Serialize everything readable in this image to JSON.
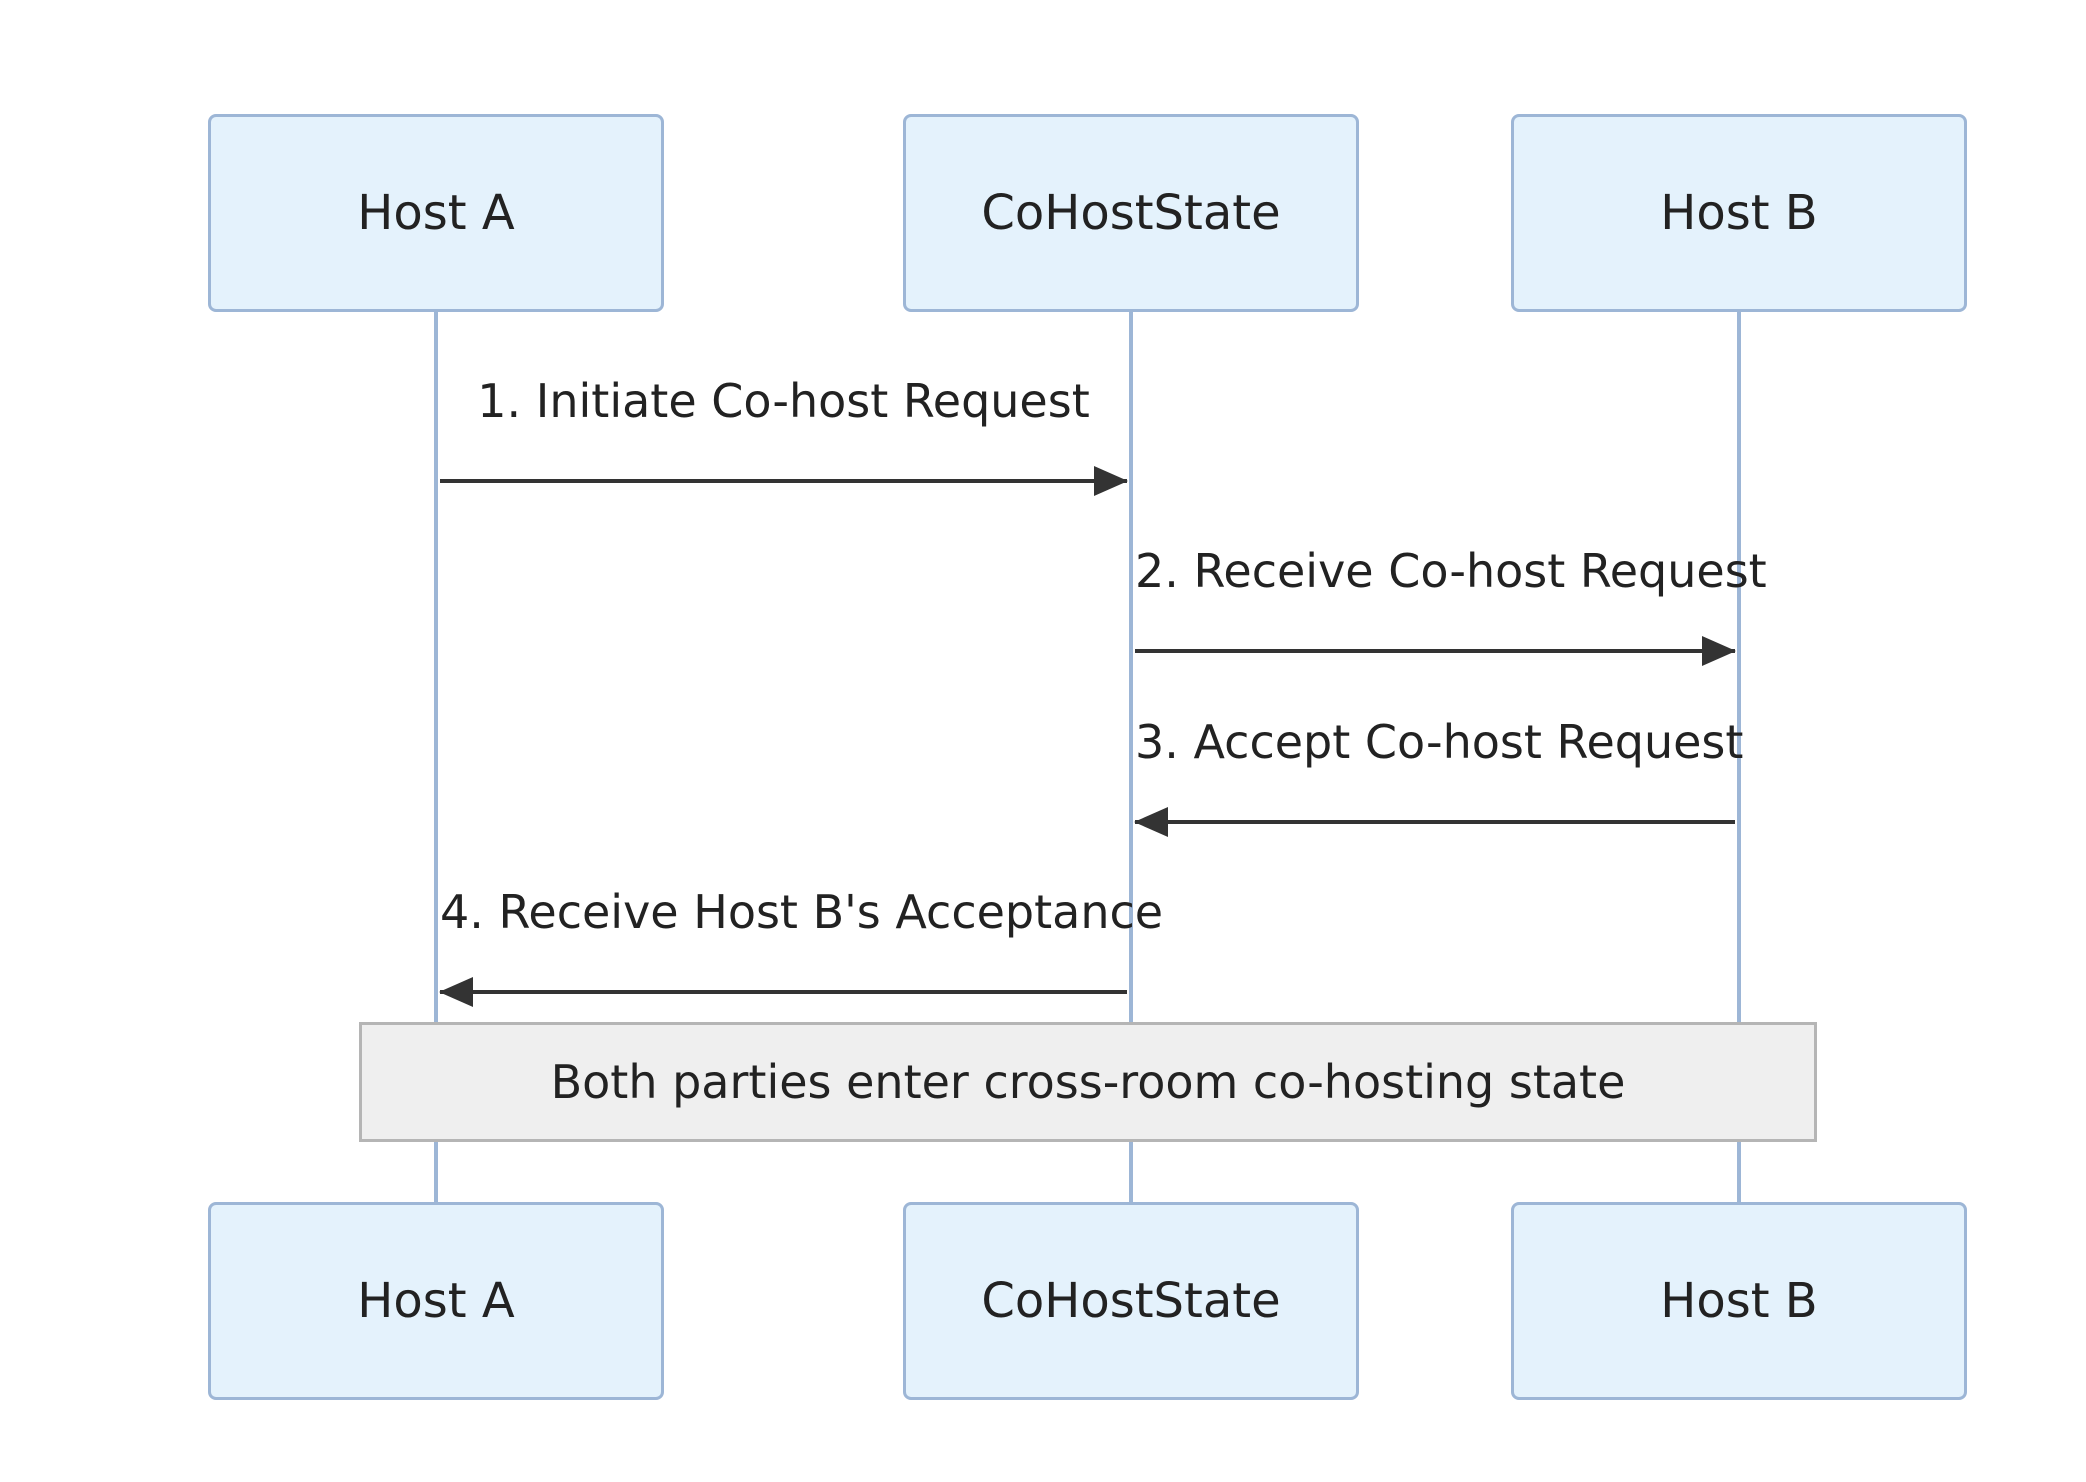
{
  "actors": [
    {
      "id": "host-a",
      "label": "Host A"
    },
    {
      "id": "cohoststate",
      "label": "CoHostState"
    },
    {
      "id": "host-b",
      "label": "Host B"
    }
  ],
  "messages": [
    {
      "from": "Host A",
      "to": "CoHostState",
      "label": "1. Initiate Co-host Request"
    },
    {
      "from": "CoHostState",
      "to": "Host B",
      "label": "2. Receive Co-host Request"
    },
    {
      "from": "Host B",
      "to": "CoHostState",
      "label": "3. Accept Co-host Request"
    },
    {
      "from": "CoHostState",
      "to": "Host A",
      "label": "4. Receive Host B's Acceptance"
    }
  ],
  "note": {
    "label": "Both parties enter cross-room co-hosting state"
  },
  "colors": {
    "actor_fill": "#e4f2fc",
    "actor_border": "#9db6d6",
    "lifeline": "#9db6d6",
    "arrow": "#333333",
    "note_fill": "#efefef",
    "note_border": "#b5b5b5"
  }
}
